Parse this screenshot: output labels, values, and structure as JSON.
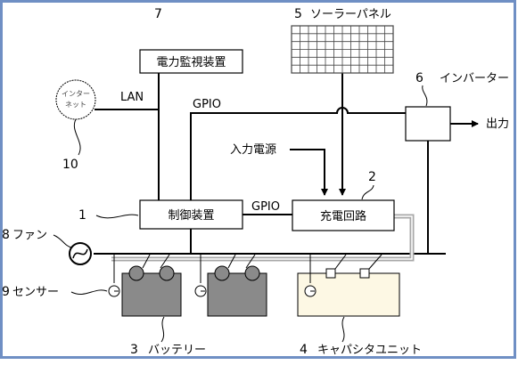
{
  "components": {
    "controller": {
      "label": "制御装置",
      "number": "1"
    },
    "charging_circuit": {
      "label": "充電回路",
      "number": "2"
    },
    "battery": {
      "label": "バッテリー",
      "number": "3"
    },
    "capacitor_unit": {
      "label": "キャパシタユニット",
      "number": "4"
    },
    "solar_panel": {
      "label": "ソーラーパネル",
      "number": "5"
    },
    "inverter": {
      "label": "インバーター",
      "number": "6"
    },
    "power_monitor": {
      "label": "電力監視装置",
      "number": "7"
    },
    "fan": {
      "label": "ファン",
      "number": "8"
    },
    "sensor": {
      "label": "センサー",
      "number": "9"
    },
    "internet": {
      "label_line1": "インター",
      "label_line2": "ネット",
      "number": "10"
    }
  },
  "connections": {
    "lan": "LAN",
    "gpio_top": "GPIO",
    "gpio_mid": "GPIO",
    "input_power": "入力電源",
    "output": "出力"
  },
  "colors": {
    "frame": "#6f8fc4",
    "line": "#000000",
    "battery_fill": "#8a8a8a",
    "capacitor_fill": "#fdf8e4",
    "panel_grid": "#444444",
    "bus": "#a8a8a8"
  }
}
